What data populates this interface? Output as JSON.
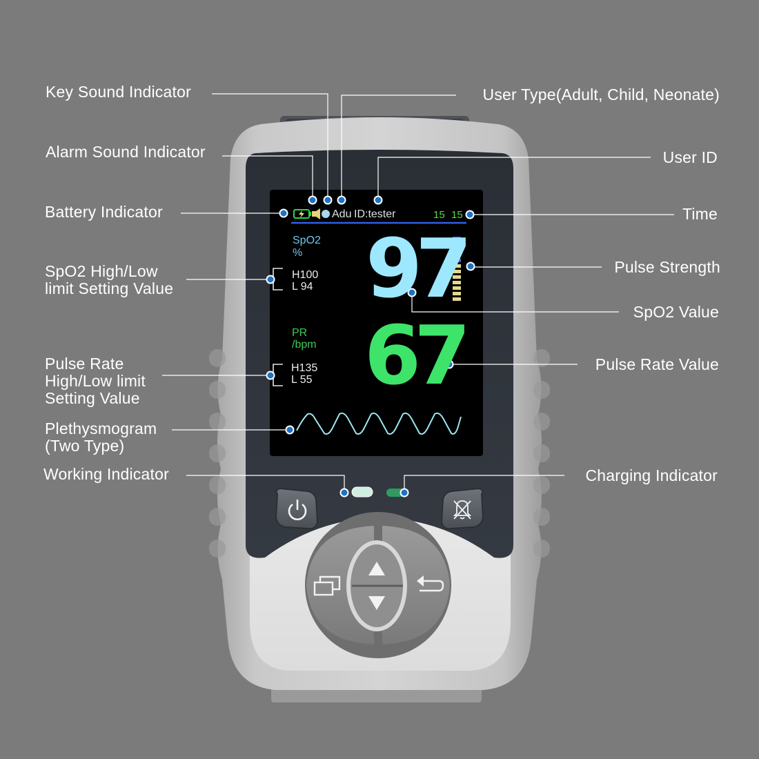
{
  "labels": {
    "key_sound": "Key Sound Indicator",
    "alarm_sound": "Alarm Sound Indicator",
    "battery": "Battery Indicator",
    "spo2_limit": [
      "SpO2 High/Low",
      "limit Setting Value"
    ],
    "pr_limit": [
      "Pulse Rate",
      "High/Low limit",
      "Setting Value"
    ],
    "pleth": [
      "Plethysmogram",
      "(Two Type)"
    ],
    "working": "Working Indicator",
    "user_type": "User Type(Adult, Child, Neonate)",
    "user_id": "User ID",
    "time": "Time",
    "pulse_strength": "Pulse Strength",
    "spo2_value": "SpO2 Value",
    "pr_value": "Pulse Rate Value",
    "charging": "Charging Indicator"
  },
  "screen": {
    "user_type": "Adu",
    "user_id": "ID:tester",
    "time_hour": "15",
    "time_min": "15",
    "spo2_label": "SpO2",
    "spo2_unit": "%",
    "spo2_high": "H100",
    "spo2_low": "L 94",
    "spo2_value": "97",
    "pr_label": "PR",
    "pr_unit": "/bpm",
    "pr_high": "H135",
    "pr_low": "L 55",
    "pr_value": "67",
    "pulse_strength_bars_lit": 7,
    "pulse_strength_bars_total": 12
  },
  "colors": {
    "spo2": "#9ee8ff",
    "pr": "#3ee36a",
    "pleth": "#9fe6ee",
    "callout": "#ffffff",
    "dot": "#1d72c4"
  },
  "icons": {
    "power_button": "power-icon",
    "alarm_mute_button": "bell-slash-icon",
    "menu_button": "menu-windows-icon",
    "up_button": "triangle-up-icon",
    "down_button": "triangle-down-icon",
    "back_button": "return-arrow-icon"
  }
}
